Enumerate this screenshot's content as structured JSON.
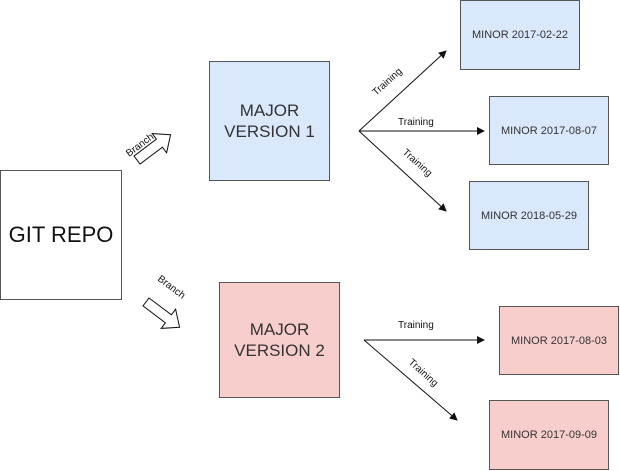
{
  "colors": {
    "major_blue": "#dae8fc",
    "major_red": "#f8cecc",
    "minor_blue": "#dae8fc",
    "minor_red": "#f8cecc",
    "border": "#555555",
    "repo_fill": "#ffffff"
  },
  "nodes": {
    "repo": "GIT REPO",
    "major1": "MAJOR VERSION 1",
    "major2": "MAJOR VERSION 2",
    "minor_v1": [
      "MINOR 2017-02-22",
      "MINOR 2017-08-07",
      "MINOR 2018-05-29"
    ],
    "minor_v2": [
      "MINOR 2017-08-03",
      "MINOR 2017-09-09"
    ]
  },
  "edges": {
    "branch_label": "Branch",
    "training_label": "Training"
  }
}
